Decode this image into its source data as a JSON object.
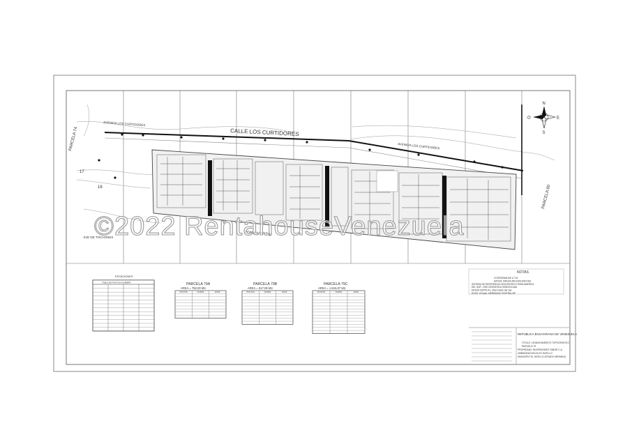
{
  "streets": {
    "main": "CALLE LOS CURTIDORES",
    "avenue_top": "AVENIDA LOS CURTIDORES",
    "avenue_right": "AVENIDA LOS CURTIDORES",
    "parcel_left": "PARCELA 74",
    "parcel_right": "PARCELA 80",
    "zona_verde": "ZONA VERDE",
    "eje_left": "EJE DE TOCHONES",
    "point_17": "17",
    "point_16": "16"
  },
  "watermark": "©2022 RentahouseVenezuela",
  "stations_table": {
    "title": "ESTACIONES",
    "subtitle": "TABLA DE PUNTOS NOMBRE"
  },
  "parcels": [
    {
      "title": "PARCELA 79A",
      "area": "AREA = 750,00 M2."
    },
    {
      "title": "PARCELA 79B",
      "area": "AREA = 817,05 M2."
    },
    {
      "title": "PARCELA 79C",
      "area": "AREA = 1.815,07 M2."
    }
  ],
  "parcel_headers": [
    "PUNTOS",
    "NORTE",
    "ESTE"
  ],
  "notes": {
    "title": "NOTAS",
    "lines": [
      "COORDENADAS U.T.M.",
      "DATUM: SIRGAS-REGVEN (REV.90)",
      "SISTEMA DE REFERENCIA GEOCENTRICO PARA AMERICA",
      "DEL SUR - RED GEODESICA VENEZOLANA",
      "DATUM VERTICAL: Nivel medio del mar.",
      "HUSO 19 Norte.  MERIDIANO CENTRAL 69°"
    ]
  },
  "title_block": {
    "republic": "REPUBLICA BOLIVARIANA DE VENEZUELA",
    "lines": [
      "TITULO: LEVANTAMIENTO TOPOGRAFICO",
      "PARCELA 79",
      "PROPIEDAD: INVERSIONES TABOR C.A.",
      "URBANIZACION ALTO HATILLO",
      "MUNICIPIO EL HATILLO-ESTADO MIRANDA"
    ]
  },
  "compass": {
    "n": "N",
    "s": "S",
    "e": "E",
    "w": "O"
  }
}
